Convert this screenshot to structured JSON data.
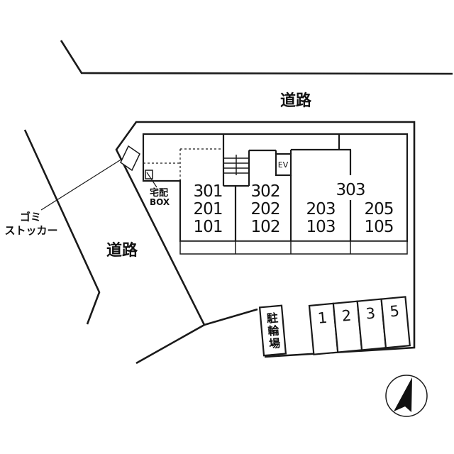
{
  "colors": {
    "building_fill": "#f7f0a0",
    "line": "#1a1a1a"
  },
  "roads": {
    "top": "道路",
    "left": "道路"
  },
  "site": {
    "garbage_storage": {
      "line1": "ゴミ",
      "line2": "ストッカー"
    },
    "bicycle_parking": "駐輪場",
    "parking_spaces": [
      "1",
      "2",
      "3",
      "5"
    ]
  },
  "building": {
    "delivery_box": {
      "line1": "宅配",
      "line2": "BOX"
    },
    "elevator": "EV",
    "room_stacks": {
      "left": [
        "301",
        "201",
        "101"
      ],
      "center": [
        "302",
        "202",
        "102"
      ],
      "right_top": "303",
      "right_lower_left": [
        "203",
        "103"
      ],
      "right_lower_right": [
        "205",
        "105"
      ]
    }
  }
}
